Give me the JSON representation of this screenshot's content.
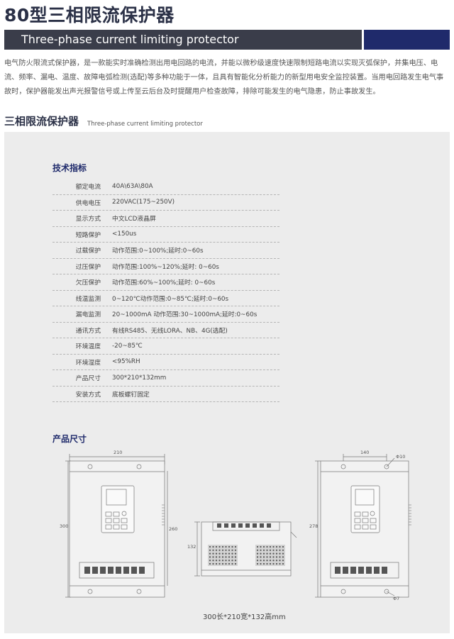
{
  "header": {
    "title": "80型三相限流保护器",
    "banner_en": "Three-phase current limiting protector"
  },
  "intro": "电气防火限流式保护器，是一款能实时准确检测出用电回路的电流，并能以微秒级速度快速限制短路电流以实现灭弧保护，并集电压、电流、频率、漏电、温度、故障电弧检测(选配)等多种功能于一体，且具有智能化分析能力的新型用电安全监控装置。当用电回路发生电气事故时，保护器能发出声光报警信号或上传至云后台及时提醒用户检查故障，排除可能发生的电气隐患，防止事故发生。",
  "section": {
    "title": "三相限流保护器",
    "subtitle": "Three-phase current limiting protector"
  },
  "specs": {
    "heading": "技术指标",
    "rows": [
      {
        "k": "额定电流",
        "v": "40A\\63A\\80A"
      },
      {
        "k": "供电电压",
        "v": "220VAC(175~250V)"
      },
      {
        "k": "显示方式",
        "v": "中文LCD液晶屏"
      },
      {
        "k": "短路保护",
        "v": "<150us"
      },
      {
        "k": "过载保护",
        "v": "动作范围:0~100%;延时:0~60s"
      },
      {
        "k": "过压保护",
        "v": "动作范围:100%~120%;延时: 0~60s"
      },
      {
        "k": "欠压保护",
        "v": "动作范围:60%~100%;延时: 0~60s"
      },
      {
        "k": "线温监测",
        "v": "0~120℃动作范围:0~85℃;延时:0~60s"
      },
      {
        "k": "漏电监测",
        "v": "20~1000mA 动作范围:30~1000mA;延时:0~60s"
      },
      {
        "k": "通讯方式",
        "v": "有线RS485、无线LORA、NB、4G(选配)"
      },
      {
        "k": "环境温度",
        "v": "-20~85℃"
      },
      {
        "k": "环境湿度",
        "v": "<95%RH"
      },
      {
        "k": "产品尺寸",
        "v": "300*210*132mm"
      },
      {
        "k": "安装方式",
        "v": "底板螺钉固定"
      }
    ]
  },
  "dimensions": {
    "heading": "产品尺寸",
    "front_width": "210",
    "front_height": "300",
    "front_inner_height": "260",
    "side_depth": "132",
    "back_hole_spacing": "140",
    "back_top_hole": "Φ10",
    "back_height": "278",
    "back_bottom_hole": "Φ7",
    "caption": "300长*210宽*132高mm"
  }
}
